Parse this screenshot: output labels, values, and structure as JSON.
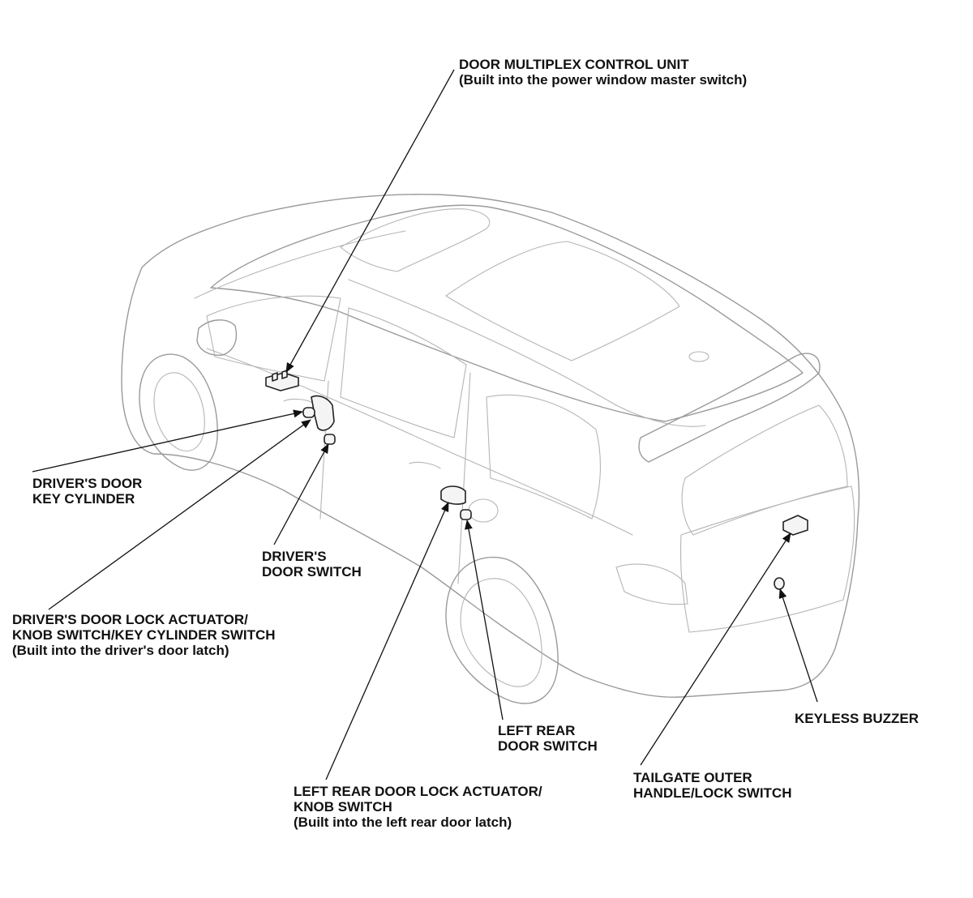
{
  "callouts": {
    "door_multiplex": {
      "line1": "DOOR MULTIPLEX CONTROL UNIT",
      "line2": "(Built into the power window master switch)"
    },
    "drivers_key_cylinder": {
      "line1": "DRIVER'S DOOR",
      "line2": "KEY CYLINDER"
    },
    "drivers_door_switch": {
      "line1": "DRIVER'S",
      "line2": "DOOR SWITCH"
    },
    "drivers_lock_actuator": {
      "line1": "DRIVER'S DOOR LOCK ACTUATOR/",
      "line2": "KNOB SWITCH/KEY CYLINDER SWITCH",
      "line3": "(Built into the driver's door latch)"
    },
    "left_rear_door_switch": {
      "line1": "LEFT REAR",
      "line2": "DOOR SWITCH"
    },
    "left_rear_lock_actuator": {
      "line1": "LEFT REAR DOOR LOCK ACTUATOR/",
      "line2": "KNOB SWITCH",
      "line3": "(Built into the left rear door latch)"
    },
    "keyless_buzzer": {
      "line1": "KEYLESS BUZZER"
    },
    "tailgate_handle": {
      "line1": "TAILGATE OUTER",
      "line2": "HANDLE/LOCK SWITCH"
    }
  }
}
